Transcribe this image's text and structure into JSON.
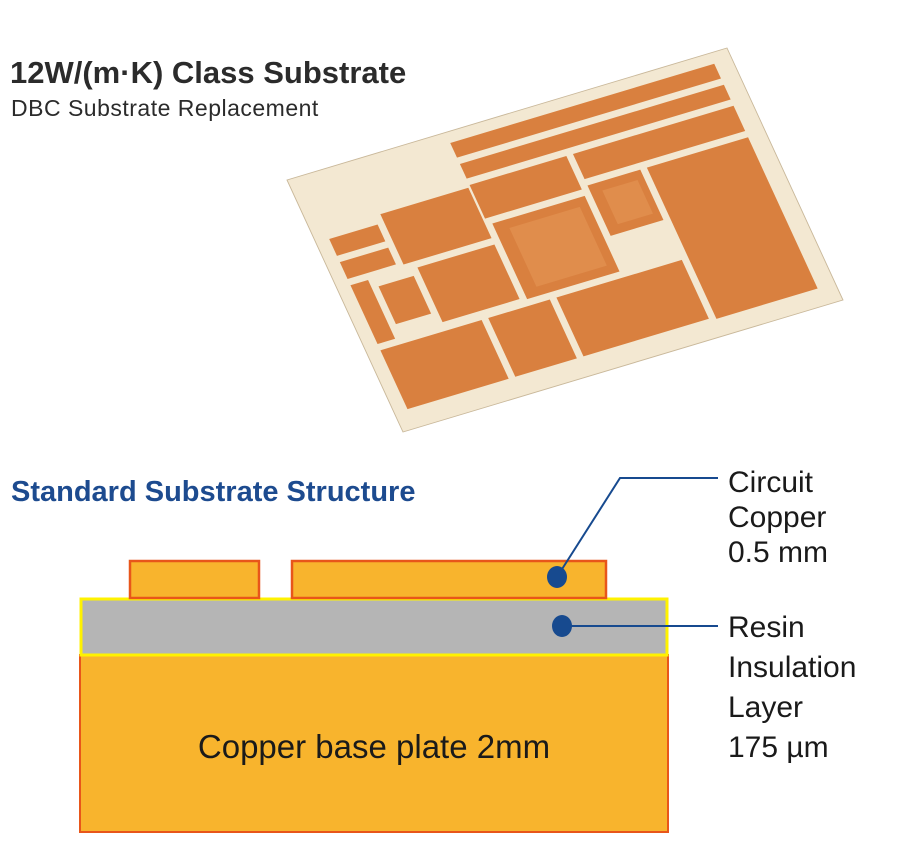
{
  "header": {
    "title": "12W/(m·K) Class Substrate",
    "subtitle": "DBC Substrate Replacement"
  },
  "structure": {
    "title": "Standard Substrate Structure",
    "base_plate_label": "Copper base plate 2mm",
    "circuit_copper_label": [
      "Circuit",
      "Copper",
      "0.5 mm"
    ],
    "resin_label": [
      "Resin",
      "Insulation",
      "Layer",
      "175 µm"
    ]
  },
  "colors": {
    "copper_fill": "#F8B42D",
    "copper_border": "#E8561A",
    "resin_fill": "#B5B5B5",
    "resin_border": "#FFF200",
    "callout": "#174A8F",
    "board_ceramic": "#F3E8D2",
    "board_copper": "#D9803F"
  }
}
